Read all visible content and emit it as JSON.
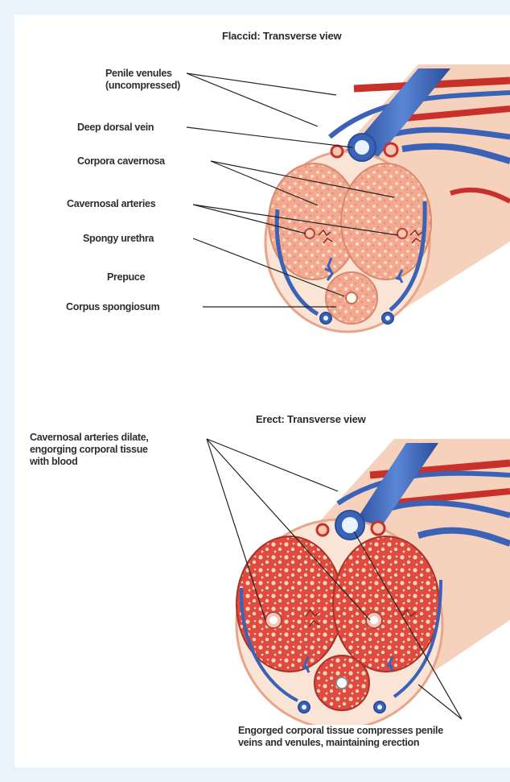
{
  "flaccid": {
    "title": "Flaccid: Transverse view",
    "labels": {
      "penile_venules": "Penile venules\n(uncompressed)",
      "deep_dorsal_vein": "Deep dorsal vein",
      "corpora_cavernosa": "Corpora cavernosa",
      "cavernosal_arteries": "Cavernosal arteries",
      "spongy_urethra": "Spongy urethra",
      "prepuce": "Prepuce",
      "corpus_spongiosum": "Corpus spongiosum"
    }
  },
  "erect": {
    "title": "Erect: Transverse view",
    "labels": {
      "arteries_dilate": "Cavernosal arteries dilate,\nengorging corporal tissue\nwith blood",
      "engorged_tissue": "Engorged corporal tissue compresses penile\nveins and venules, maintaining erection"
    }
  },
  "colors": {
    "background": "#e8f3fb",
    "vein_blue": "#3a63b8",
    "artery_red": "#c8302a",
    "tissue_flaccid": "#f2a98f",
    "tissue_erect": "#e04a3c",
    "skin": "#f6d2bd"
  }
}
